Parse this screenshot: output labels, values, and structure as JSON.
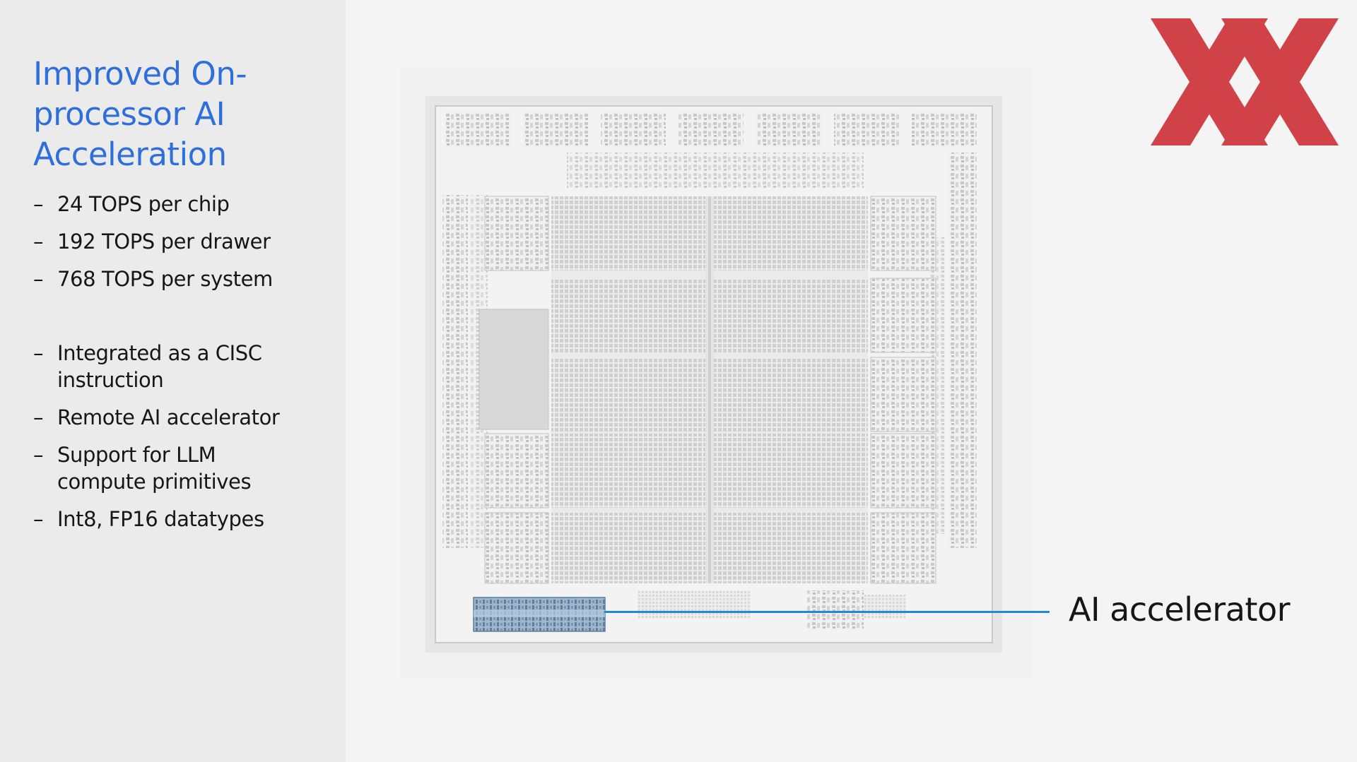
{
  "slide": {
    "title_lines": [
      "Improved On-",
      "processor AI",
      "Acceleration"
    ],
    "bullet_glyph": "–",
    "bullets_group_1": [
      "24 TOPS per chip",
      "192 TOPS per drawer",
      "768 TOPS per system"
    ],
    "bullets_group_2": [
      [
        "Integrated as a CISC",
        "instruction"
      ],
      [
        "Remote AI accelerator"
      ],
      [
        "Support for LLM",
        "compute primitives"
      ],
      [
        "Int8, FP16 datatypes"
      ]
    ]
  },
  "callout": {
    "label": "AI accelerator"
  },
  "logo": {
    "name": "xx-logo-icon"
  },
  "colors": {
    "title": "#2f6fdc",
    "callout_line": "#1f8ad8",
    "logo_red": "#cd2f35",
    "sidebar_bg": "#ebebeb",
    "page_bg": "#f4f4f4",
    "accelerator_highlight": "#7f9fbf"
  }
}
